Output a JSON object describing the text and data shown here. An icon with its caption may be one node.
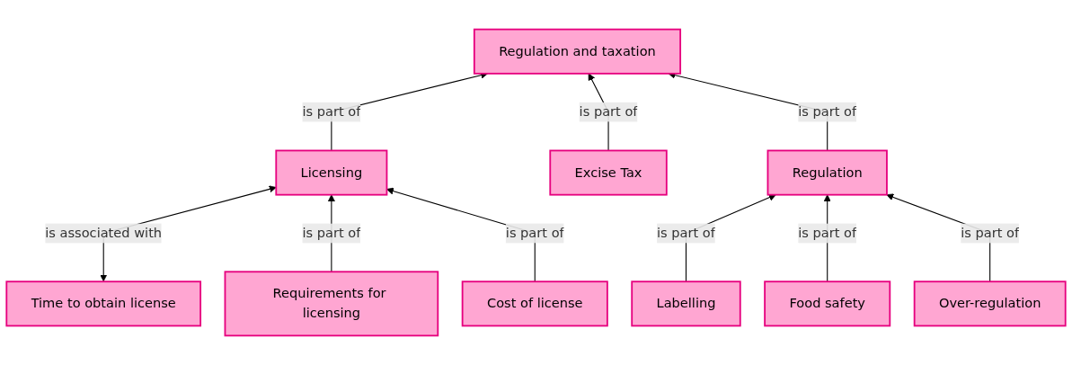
{
  "diagram": {
    "nodes": [
      {
        "text": [
          "Regulation and taxation"
        ]
      },
      {
        "text": [
          "Licensing"
        ]
      },
      {
        "text": [
          "Excise Tax"
        ]
      },
      {
        "text": [
          "Regulation"
        ]
      },
      {
        "text": [
          "Time to obtain license"
        ]
      },
      {
        "text": [
          "Requirements for licensing"
        ]
      },
      {
        "text": [
          "Cost of license"
        ]
      },
      {
        "text": [
          "Labelling"
        ]
      },
      {
        "text": [
          "Food safety"
        ]
      },
      {
        "text": [
          "Over-regulation"
        ]
      }
    ],
    "edges": [
      {
        "from": 1,
        "to": 0,
        "arrow": "to",
        "label": "is part of"
      },
      {
        "from": 2,
        "to": 0,
        "arrow": "to",
        "label": "is part of"
      },
      {
        "from": 3,
        "to": 0,
        "arrow": "to",
        "label": "is part of"
      },
      {
        "from": 4,
        "to": 1,
        "arrow": "both",
        "label": "is associated with"
      },
      {
        "from": 5,
        "to": 1,
        "arrow": "to",
        "label": "is part of"
      },
      {
        "from": 6,
        "to": 1,
        "arrow": "to",
        "label": "is part of"
      },
      {
        "from": 7,
        "to": 3,
        "arrow": "to",
        "label": "is part of"
      },
      {
        "from": 8,
        "to": 3,
        "arrow": "to",
        "label": "is part of"
      },
      {
        "from": 9,
        "to": 3,
        "arrow": "to",
        "label": "is part of"
      }
    ]
  }
}
